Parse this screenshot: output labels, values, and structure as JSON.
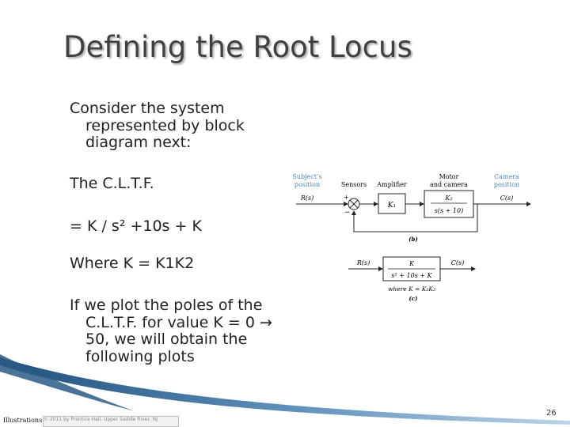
{
  "slide": {
    "title": "Defining the Root Locus",
    "paragraph1": {
      "line1": "Consider the system",
      "line2": "represented by block",
      "line3": "diagram next:"
    },
    "paragraph2": "The C.L.T.F.",
    "paragraph3": "= K / s² +10s + K",
    "paragraph4": "Where K = K1K2",
    "paragraph5": {
      "line1": "If we plot the poles of the",
      "line2": "C.L.T.F. for value K = 0 →",
      "line3": "50, we will obtain the",
      "line4": "following plots"
    },
    "page_number": "26",
    "footer_left": "Illustrations",
    "copyright": "© 2011 by Prentice Hall, Upper Saddle River, NJ"
  },
  "diagram": {
    "subjects_position_1": "Subject’s",
    "subjects_position_2": "position",
    "sensors": "Sensors",
    "amplifier": "Amplifier",
    "motor_1": "Motor",
    "motor_2": "and camera",
    "camera_1": "Camera",
    "camera_2": "position",
    "input": "R(s)",
    "output": "C(s)",
    "plus": "+",
    "minus": "−",
    "gain_k1": "K₁",
    "plant_num": "K₂",
    "plant_den": "s(s + 10)",
    "label_b": "(b)",
    "input_c": "R(s)",
    "output_c": "C(s)",
    "cl_num": "K",
    "cl_den": "s² + 10s + K",
    "where": "where K = K₁K₂",
    "label_c": "(c)"
  }
}
